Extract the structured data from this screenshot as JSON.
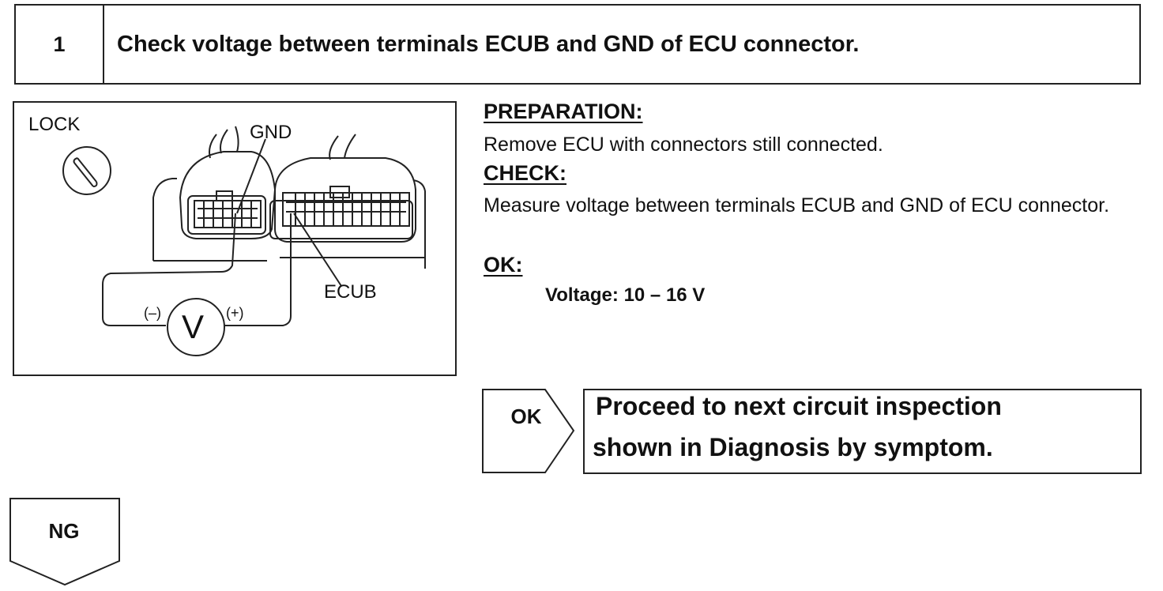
{
  "step": {
    "number": "1",
    "title": "Check voltage between terminals ECUB and GND of ECU connector."
  },
  "diagram": {
    "labels": {
      "lock": "LOCK",
      "gnd": "GND",
      "ecub": "ECUB",
      "minus": "(–)",
      "plus": "(+)",
      "voltmeter": "V"
    }
  },
  "preparation": {
    "heading": "PREPARATION:",
    "text": "Remove ECU with connectors still connected."
  },
  "check": {
    "heading": "CHECK:",
    "text": "Measure voltage between terminals ECUB and GND of ECU connector."
  },
  "ok": {
    "heading": "OK:",
    "value": "Voltage: 10 – 16 V"
  },
  "ok_branch": {
    "label": "OK",
    "result_line1": "Proceed to next circuit inspection",
    "result_line2": "shown  in Diagnosis by symptom."
  },
  "ng_branch": {
    "label": "NG"
  }
}
